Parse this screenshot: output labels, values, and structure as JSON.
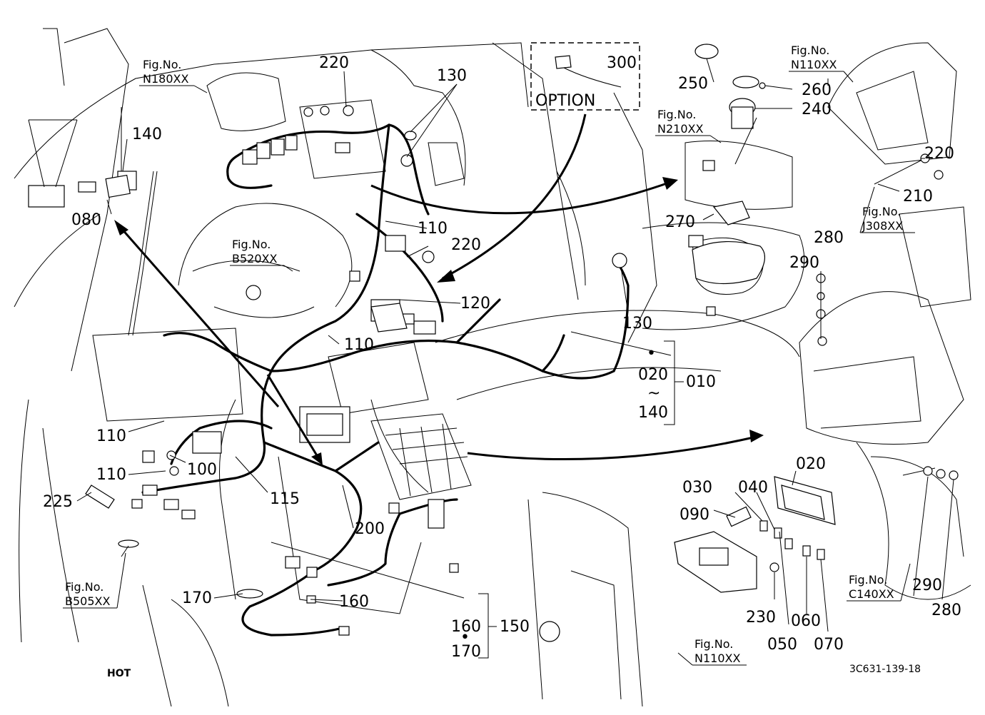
{
  "callouts": {
    "c080": "080",
    "c100": "100",
    "c110a": "110",
    "c110b": "110",
    "c110c": "110",
    "c110d": "110",
    "c115": "115",
    "c120": "120",
    "c130a": "130",
    "c130b": "130",
    "c140": "140",
    "c150": "150",
    "c160a": "160",
    "c160b": "160",
    "c170a": "170",
    "c170b": "170",
    "c200": "200",
    "c210": "210",
    "c220a": "220",
    "c220b": "220",
    "c220c": "220",
    "c225": "225",
    "c230": "230",
    "c240": "240",
    "c250": "250",
    "c260": "260",
    "c270": "270",
    "c280a": "280",
    "c280b": "280",
    "c290a": "290",
    "c290b": "290",
    "c300": "300",
    "c010": "010",
    "c020a": "020",
    "c020b": "020",
    "c030": "030",
    "c040": "040",
    "c050": "050",
    "c060": "060",
    "c070": "070",
    "c090": "090",
    "c140b": "140",
    "tilde": "~",
    "dot": "•"
  },
  "figrefs": {
    "n180_head": "Fig.No.",
    "n180_code": "N180XX",
    "n110a_head": "Fig.No.",
    "n110a_code": "N110XX",
    "n210_head": "Fig.No.",
    "n210_code": "N210XX",
    "b520_head": "Fig.No.",
    "b520_code": "B520XX",
    "j308_head": "Fig.No.",
    "j308_code": "J308XX",
    "b505_head": "Fig.No.",
    "b505_code": "B505XX",
    "c140_head": "Fig.No.",
    "c140_code": "C140XX",
    "n110b_head": "Fig.No.",
    "n110b_code": "N110XX"
  },
  "option_label": "OPTION",
  "hot_label": "HOT",
  "drawing_ref": "3C631-139-18"
}
